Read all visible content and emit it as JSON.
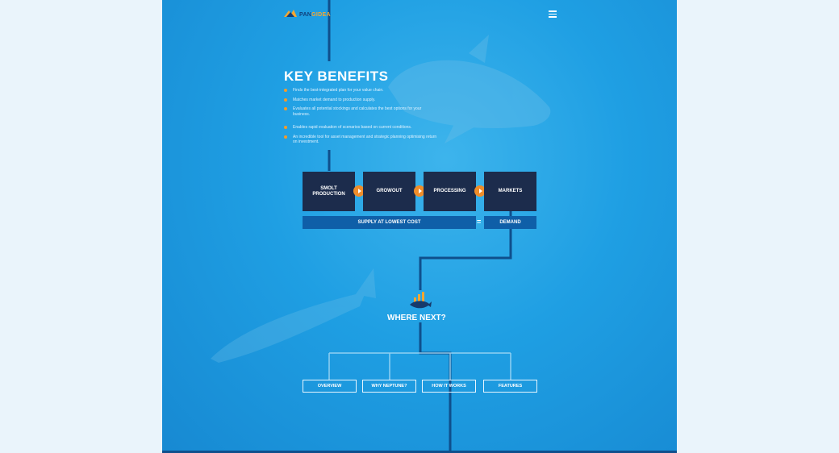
{
  "brand": {
    "logo_left": "PAN",
    "logo_right": "GIDEA"
  },
  "header": {
    "menu_icon": "hamburger-menu-icon"
  },
  "benefits": {
    "title": "KEY BENEFITS",
    "items": [
      "Finds the best-integrated plan for your value chain.",
      "Matches market demand to production supply.",
      "Evaluates all potential stockings and calculates the best options for your business.",
      "Enables rapid evaluation of scenarios based on current conditions.",
      "An incredible tool for asset management and strategic planning optimising return on investment."
    ]
  },
  "chain": {
    "steps": [
      "SMOLT PRODUCTION",
      "GROWOUT",
      "PROCESSING",
      "MARKETS"
    ],
    "supply_label": "SUPPLY AT LOWEST COST",
    "equals": "=",
    "demand_label": "DEMAND"
  },
  "where_next": {
    "title": "WHERE NEXT?",
    "buttons": [
      "OVERVIEW",
      "WHY NEPTUNE?",
      "HOW IT WORKS",
      "FEATURES"
    ]
  },
  "colors": {
    "background_blue": "#1f9fe3",
    "navy_box": "#1c2c4c",
    "connector": "#0f4f8c",
    "accent_orange": "#ef8d2a"
  }
}
